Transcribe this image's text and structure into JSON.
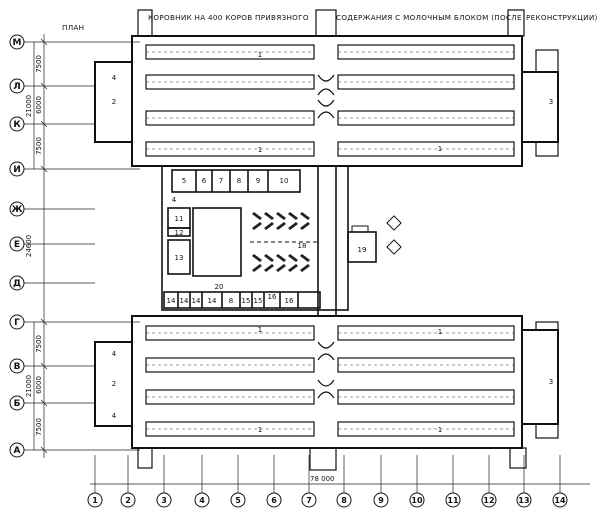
{
  "header": {
    "plan_label": "ПЛАН",
    "title_part1": "КОРОВНИК НА 400 КОРОВ ПРИВЯЗНОГО",
    "title_part2": "СОДЕРЖАНИЯ С МОЛОЧНЫМ БЛОКОМ (ПОСЛЕ",
    "title_part3": "РЕКОНСТРУКЦИИ)"
  },
  "axes": {
    "rows": [
      "М",
      "Л",
      "К",
      "И",
      "Ж",
      "Е",
      "Д",
      "Г",
      "В",
      "Б",
      "А"
    ],
    "columns": [
      "1",
      "2",
      "3",
      "4",
      "5",
      "6",
      "7",
      "8",
      "9",
      "10",
      "11",
      "12",
      "13",
      "14"
    ]
  },
  "dimensions": {
    "top_7500a": "7500",
    "top_6000": "6000",
    "top_7500b": "7500",
    "top_total": "21000",
    "middle": "24600",
    "bottom_7500a": "7500",
    "bottom_6000": "6000",
    "bottom_7500b": "7500",
    "bottom_total": "21000",
    "overall_length": "78 000"
  },
  "rooms": {
    "r1": "1",
    "r2": "2",
    "r3": "3",
    "r4": "4",
    "r5": "5",
    "r6": "6",
    "r7": "7",
    "r8": "8",
    "r9": "9",
    "r10": "10",
    "r11": "11",
    "r12": "12",
    "r13": "13",
    "r14": "14",
    "r15": "15",
    "r16": "16",
    "r18": "18",
    "r19": "19",
    "r20": "20"
  }
}
